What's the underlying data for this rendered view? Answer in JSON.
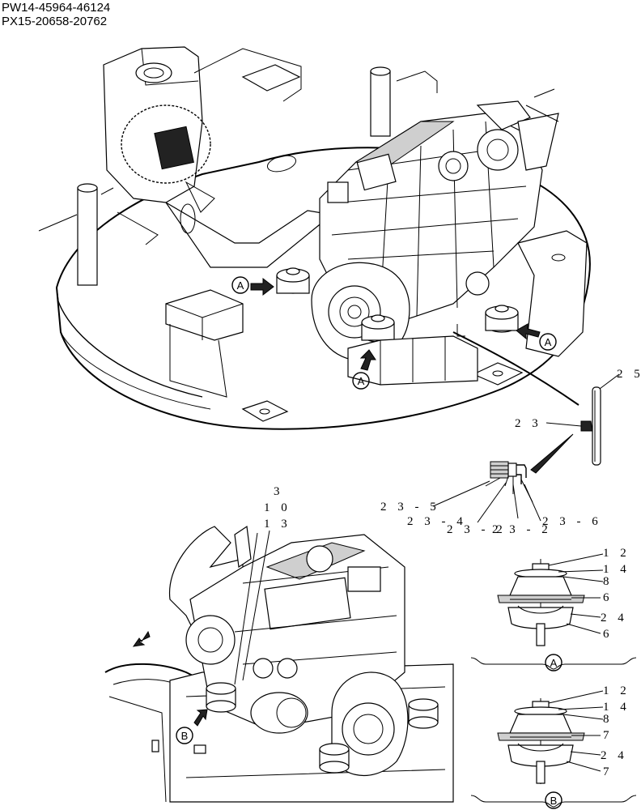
{
  "header": {
    "serial_line_1": "PW14-45964-46124",
    "serial_line_2": "PX15-20658-20762"
  },
  "upper_view": {
    "view_markers": [
      "A",
      "A",
      "A"
    ],
    "callouts": {
      "mount_pin": "2 5",
      "grease_fitting": "2 3",
      "sub_5": "2 3 - 5",
      "sub_4": "2 3 - 4",
      "sub_2a": "2 3 - 2",
      "sub_2b": "2 3 - 2",
      "sub_6": "2 3 - 6"
    }
  },
  "lower_view": {
    "view_marker": "B",
    "callouts": [
      "3",
      "1 0",
      "1 3"
    ]
  },
  "detail_a": {
    "label": "A",
    "callouts": [
      "1 2",
      "1 4",
      "8",
      "6",
      "2 4",
      "6"
    ]
  },
  "detail_b": {
    "label": "B",
    "callouts": [
      "1 2",
      "1 4",
      "8",
      "7",
      "2 4",
      "7"
    ]
  }
}
